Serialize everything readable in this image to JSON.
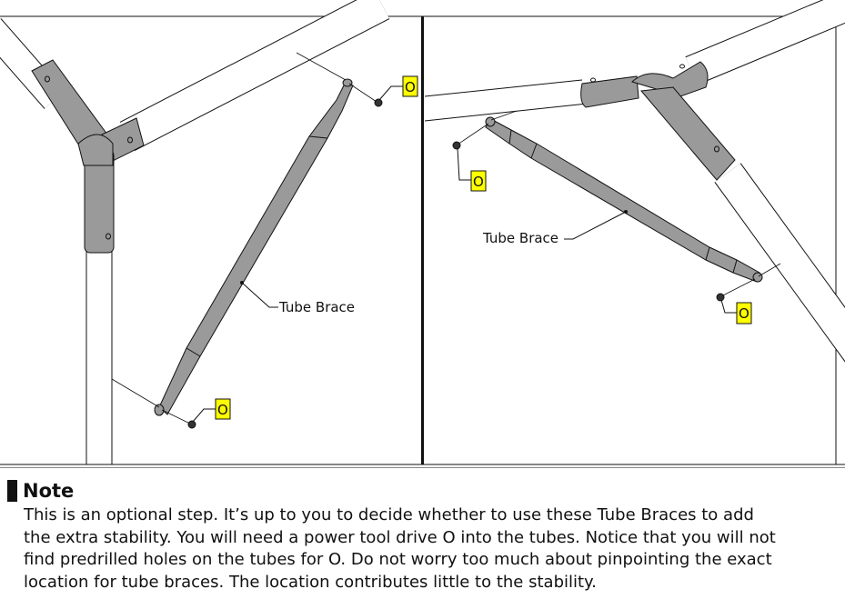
{
  "illustration": {
    "left_panel": {
      "callout_label": "Tube Brace",
      "fastener_tag_top": "O",
      "fastener_tag_bottom": "O"
    },
    "right_panel": {
      "callout_label": "Tube Brace",
      "fastener_tag_left": "O",
      "fastener_tag_right": "O"
    },
    "colors": {
      "tube_fill": "#9a9a9a",
      "tag_fill": "#ffff00",
      "line": "#111111"
    }
  },
  "note": {
    "heading": "Note",
    "lines": [
      "This is an optional step. It’s up to you to decide whether to use these Tube Braces to add",
      "the extra stability. You will need a power tool drive O into the tubes. Notice that you will not",
      "find predrilled holes on the tubes for O. Do not worry too much about pinpointing the exact",
      "location for tube braces. The location contributes little to the stability."
    ]
  }
}
